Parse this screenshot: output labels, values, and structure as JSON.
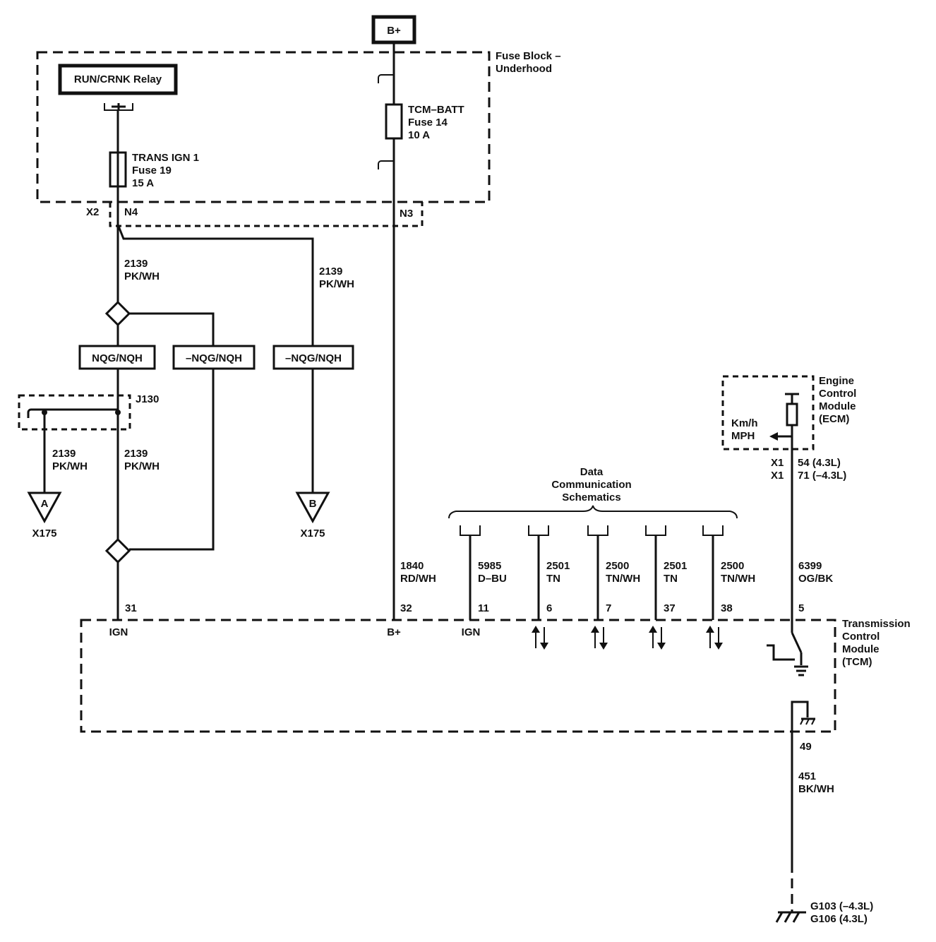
{
  "battery": {
    "label": "B+"
  },
  "fuse_block": {
    "title_line1": "Fuse Block –",
    "title_line2": "Underhood",
    "relay": "RUN/CRNK Relay",
    "fuse_tcm": {
      "name": "TCM–BATT",
      "number": "Fuse 14",
      "rating": "10 A"
    },
    "fuse_trans": {
      "name": "TRANS IGN 1",
      "number": "Fuse 19",
      "rating": "15 A"
    },
    "conn_x2": "X2",
    "pin_n4": "N4",
    "pin_n3": "N3"
  },
  "wires": {
    "w2139_a": {
      "circuit": "2139",
      "color": "PK/WH"
    },
    "w2139_b": {
      "circuit": "2139",
      "color": "PK/WH"
    },
    "w2139_c": {
      "circuit": "2139",
      "color": "PK/WH"
    },
    "w2139_d": {
      "circuit": "2139",
      "color": "PK/WH"
    },
    "w1840": {
      "circuit": "1840",
      "color": "RD/WH"
    },
    "w5985": {
      "circuit": "5985",
      "color": "D–BU"
    },
    "w2501a": {
      "circuit": "2501",
      "color": "TN"
    },
    "w2500a": {
      "circuit": "2500",
      "color": "TN/WH"
    },
    "w2501b": {
      "circuit": "2501",
      "color": "TN"
    },
    "w2500b": {
      "circuit": "2500",
      "color": "TN/WH"
    },
    "w6399": {
      "circuit": "6399",
      "color": "OG/BK"
    },
    "w451": {
      "circuit": "451",
      "color": "BK/WH"
    }
  },
  "options": {
    "opt1": "NQG/NQH",
    "opt2": "–NQG/NQH",
    "opt3": "–NQG/NQH"
  },
  "splice": {
    "label": "J130"
  },
  "connectors": {
    "a_letter": "A",
    "a_ref": "X175",
    "b_letter": "B",
    "b_ref": "X175"
  },
  "data_comm": {
    "line1": "Data",
    "line2": "Communication",
    "line3": "Schematics"
  },
  "ecm": {
    "line1": "Engine",
    "line2": "Control",
    "line3": "Module",
    "line4": "(ECM)",
    "speed1": "Km/h",
    "speed2": "MPH",
    "conn1": "X1",
    "pin1": "54 (4.3L)",
    "conn2": "X1",
    "pin2": "71 (–4.3L)"
  },
  "tcm": {
    "line1": "Transmission",
    "line2": "Control",
    "line3": "Module",
    "line4": "(TCM)",
    "pins": {
      "p31": "31",
      "p32": "32",
      "p11": "11",
      "p6": "6",
      "p7": "7",
      "p37": "37",
      "p38": "38",
      "p5": "5",
      "p49": "49"
    },
    "terminals": {
      "ign1": "IGN",
      "bplus": "B+",
      "ign2": "IGN"
    }
  },
  "ground": {
    "line1": "G103 (–4.3L)",
    "line2": "G106 (4.3L)"
  }
}
